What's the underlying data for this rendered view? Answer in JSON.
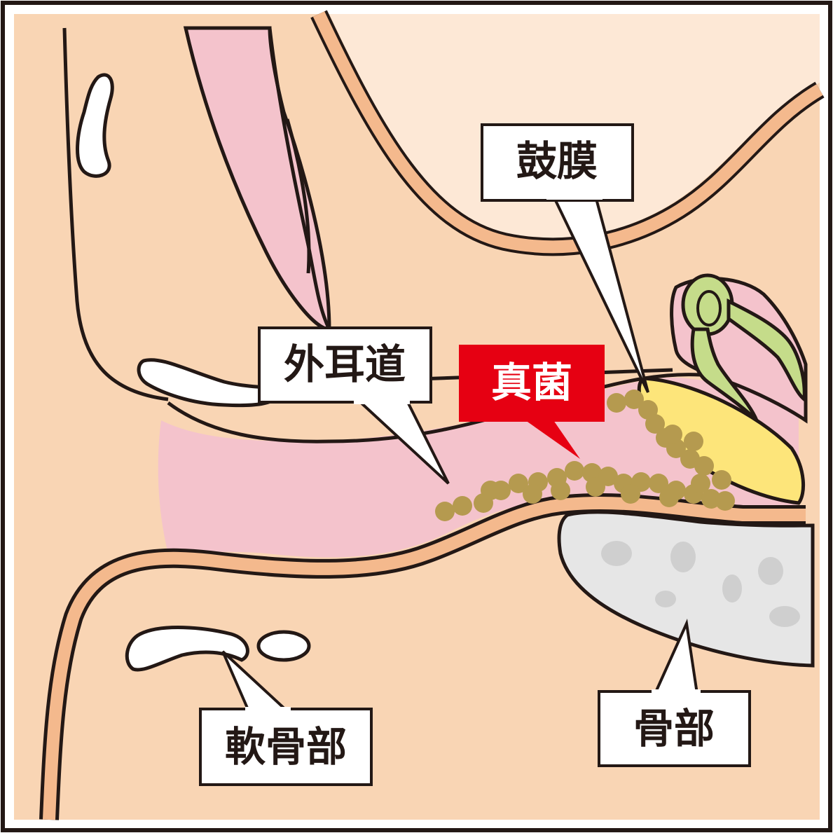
{
  "labels": {
    "eardrum": "鼓膜",
    "ear_canal": "外耳道",
    "fungus": "真菌",
    "cartilage_part": "軟骨部",
    "bone_part": "骨部"
  },
  "colors": {
    "outline": "#231815",
    "skin_light": "#fde8d6",
    "skin": "#f9d5b4",
    "skin_band": "#f4b98d",
    "canal_pink": "#f4c3cc",
    "eardrum_yellow": "#fde57a",
    "ossicle_green": "#c5dc8a",
    "bone_gray": "#e6e6e6",
    "bone_spot": "#cfcfcf",
    "fungus_olive": "#b59a4f",
    "fungus_label_red": "#e60012",
    "label_bg": "#ffffff",
    "label_text_dark": "#231815",
    "label_text_light": "#ffffff"
  }
}
